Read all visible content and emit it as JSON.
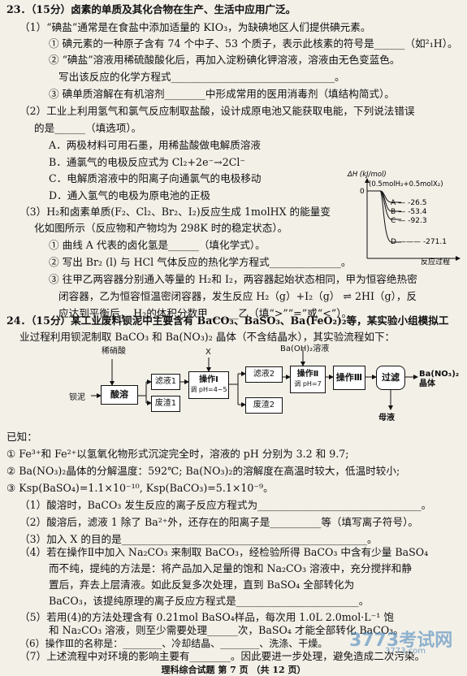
{
  "q23": {
    "header": "23．（15分）卤素的单质及其化合物在生产、生活中应用广泛。",
    "p1": "（1）“碘盐”通常是在食盐中添加适量的 KIO₃，为缺碘地区人们提供碘元素。",
    "p1_1": "① 碘元素的一种原子含有 74 个中子、53 个质子，表示此核素的符号是______（如²₁H）。",
    "p1_2a": "② “碘盐”溶液用稀硫酸酸化后，再加入淀粉碘化钾溶液，溶液由无色变蓝色。",
    "p1_2b": "写出该反应的化学方程式________________________________。",
    "p1_3": "③ 碘单质溶解在有机溶剂________中形成常用的医用消毒剂（填结构简式）。",
    "p2a": "（2）工业上利用氢气和氯气反应制取盐酸，设计成原电池又能获取电能，下列说法错误",
    "p2b": "的是______（填选项）。",
    "optA": "A．两极材料可用石墨，用稀盐酸做电解质溶液",
    "optB": "B．通氯气的电极反应式为 Cl₂+2e⁻→2Cl⁻",
    "optC": "C．电解质溶液中的阳离子向通氯气的电极移动",
    "optD": "D．通入氢气的电极为原电池的正极",
    "p3a": "（3）H₂和卤素单质(F₂、Cl₂、Br₂、I₂)反应生成 1molHX 的能量变",
    "p3b": "化如图所示（反应物和产物均为 298K 时的稳定状态）。",
    "p3_1": "① 曲线 A 代表的卤化氢是______（填化学式）。",
    "p3_2": "② 写出 Br₂ (l) 与 HCl 气体反应的热化学方程式______________。",
    "p3_3a": "③ 往甲乙两容器分别通入等量的 H₂和 I₂，两容器起始状态相同，甲为恒容绝热密",
    "p3_3b": "闭容器，乙为恒容恒温密闭容器，发生反应 H₂（g）+I₂（g）  ⇌   2HI（g），反",
    "p3_3c": "应达到平衡后， H₂的体积分数甲______乙（填“>”“=”或“<”）。"
  },
  "energy_chart": {
    "ylabel": "ΔH (kJ/mol)",
    "top_label": "(0.5molH₂+0.5molX₂)",
    "zero": "0",
    "xlabel": "反应过程",
    "curves": [
      {
        "name": "A",
        "value": "-26.5"
      },
      {
        "name": "B",
        "value": "-53.4"
      },
      {
        "name": "C",
        "value": "-92.3"
      },
      {
        "name": "D",
        "value": "-271.1"
      }
    ]
  },
  "q24": {
    "header_a": "24．（15分）某工业废料钡泥中主要含有 BaCO₃、BaSO₃、Ba(FeO₂)₂等，某实验小组模拟工",
    "header_b": "业过程利用钡泥制取 BaCO₃ 和 Ba(NO₃)₂ 晶体（不含结晶水），其实验流程如下：",
    "known": "已知：",
    "k1": "① Fe³⁺和 Fe²⁺以氢氧化物形式沉淀完全时，溶液的 pH 分别为 3.2 和 9.7;",
    "k2": "② Ba(NO₃)₂晶体的分解温度：592℃; Ba(NO₃)₂的溶解度在高温时较大，低温时较小;",
    "k3": "③ Ksp(BaSO₄)=1.1×10⁻¹⁰, Ksp(BaCO₃)=5.1×10⁻⁹。",
    "s1": "（1）酸溶时，BaCO₃ 发生反应的离子反应方程式为________________________________。",
    "s2": "（2）酸溶后，滤液 1 除了 Ba²⁺外，还存在的阳离子是__________等（填写离子符号）。",
    "s3": "（3）加入 X 的目的是________________________________________________。",
    "s4a": "（4）若在操作Ⅱ中加入 Na₂CO₃ 来制取 BaCO₃，经检验所得 BaCO₃ 中含有少量 BaSO₄",
    "s4b": "而不纯，提纯的方法是：将产品加入足量的饱和 Na₂CO₃ 溶液中，充分搅拌和静",
    "s4c": "置后，弃去上层清液。如此反复多次处理，直到 BaSO₄ 全部转化为",
    "s4d": "BaCO₃，该提纯原理的离子反应方程式是________________________。",
    "s5a": "（5）若用(4)的方法处理含有 0.21mol BaSO₄样品，每次用 1.0L 2.0mol·L⁻¹ 饱",
    "s5b": "和 Na₂CO₃ 溶液，则至少需要处理______次，BaSO₄ 才能全部转化 BaCO₃。",
    "s6": "（6）操作Ⅲ的名称是：________、冷却结晶、________、洗涤、干燥。",
    "s7": "（7）上述流程中对环境的影响主要有________。因此要进一步处理，避免造成二次污染。"
  },
  "flow": {
    "acid": "稀硝酸",
    "x": "X",
    "baoh2": "Ba(OH)₂溶液",
    "start": "钡泥",
    "acid_dissolve": "酸溶",
    "filtrate1": "滤液1",
    "residue1": "废渣1",
    "op1": "操作Ⅰ",
    "op1_ph": "调 pH=4~5",
    "filtrate2": "滤液2",
    "residue2": "废渣2",
    "op2": "操作Ⅱ",
    "op2_ph": "调 pH=7",
    "op3": "操作Ⅲ",
    "op3b": "Ⅲ",
    "filter": "过滤",
    "product": "Ba(NO₃)₂",
    "product_b": "晶体",
    "mother": "母液"
  },
  "footer": "理科综合试题    第 7 页   （共 12 页）",
  "watermark": {
    "logo": "3773考试网",
    "url": "3773.com"
  }
}
